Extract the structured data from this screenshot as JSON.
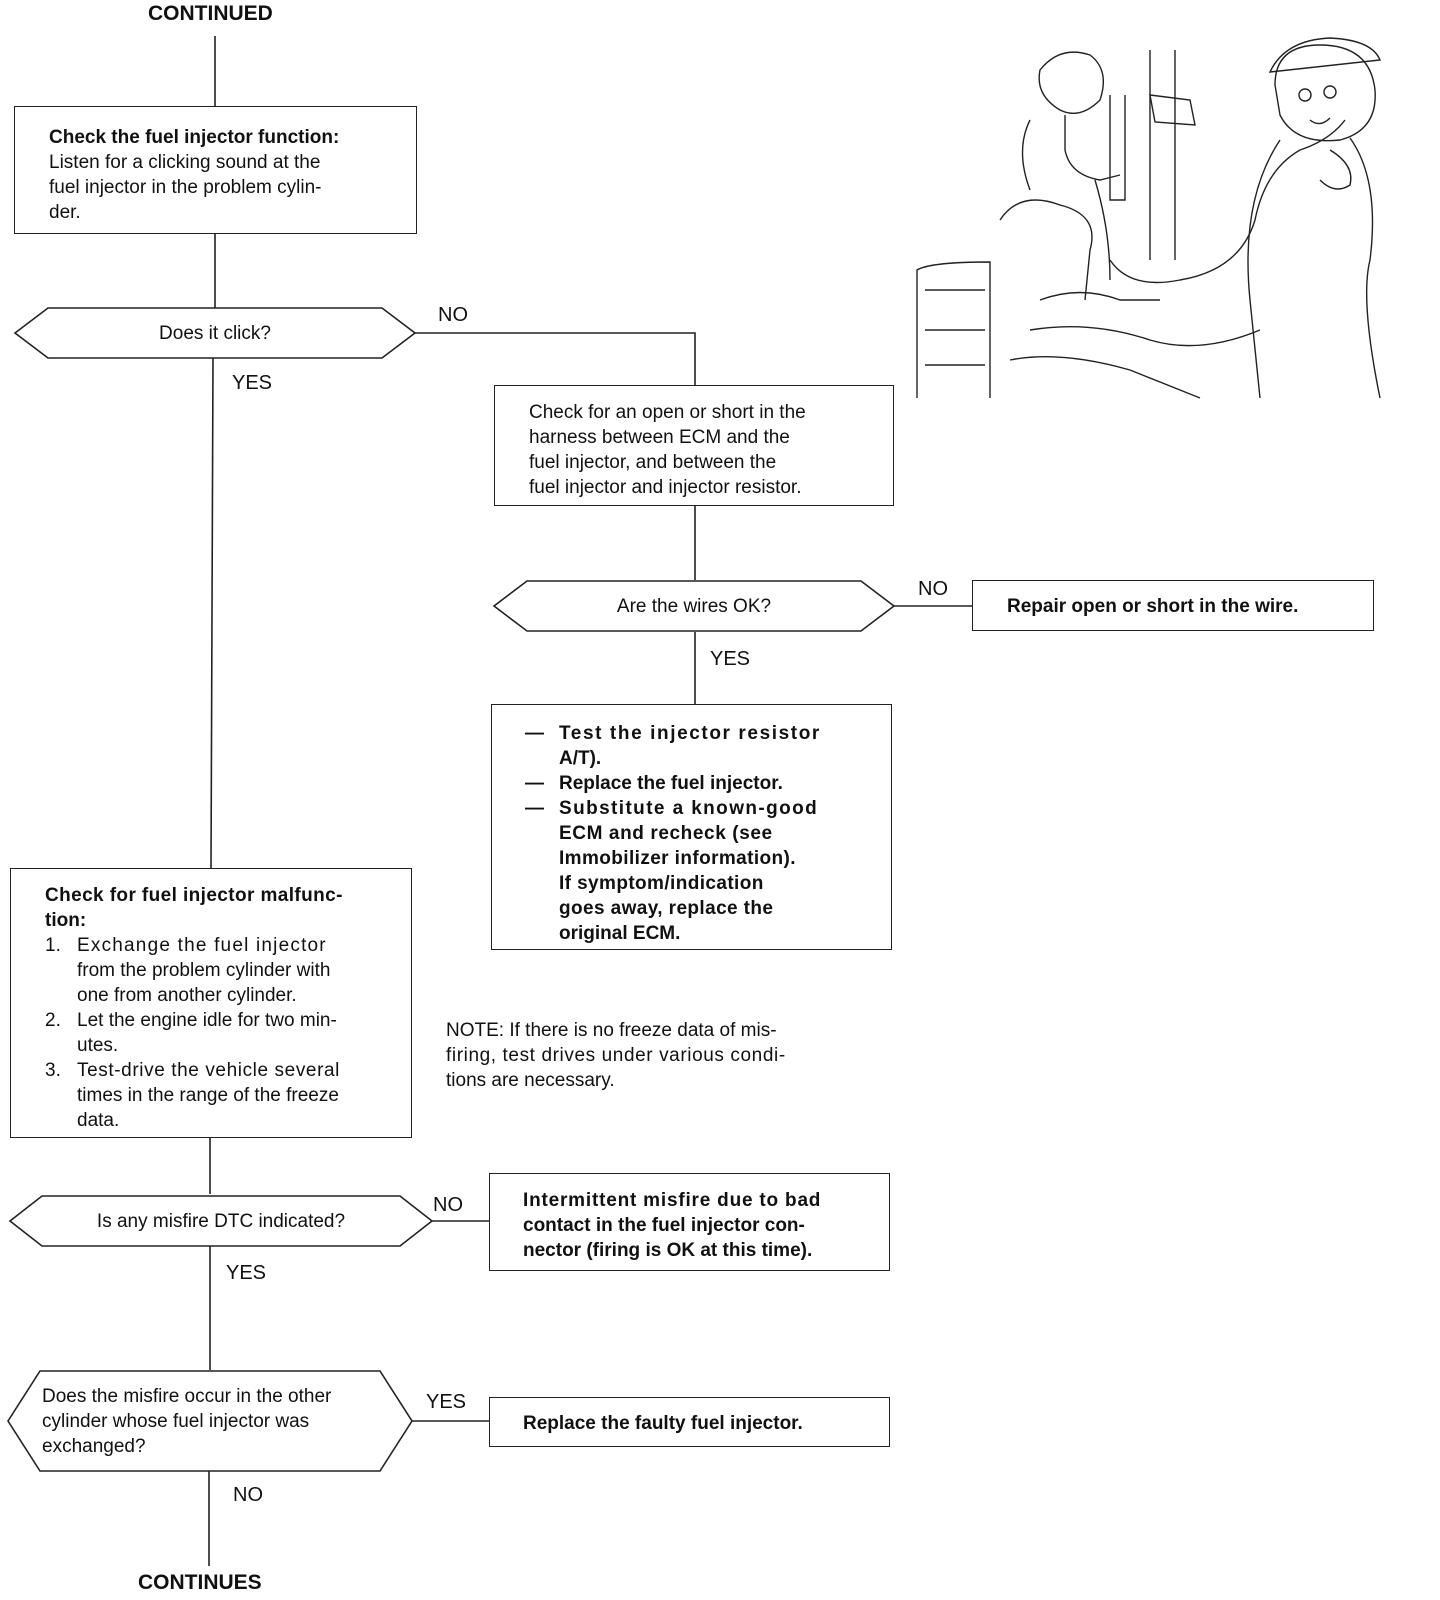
{
  "header": {
    "continued": "CONTINUED"
  },
  "footer": {
    "continues": "CONTINUES"
  },
  "step_check_injector": {
    "title": "Check the fuel injector function:",
    "lines": [
      "Listen for a clicking sound at the",
      "fuel injector in the problem cylin-",
      "der."
    ]
  },
  "decision_click": {
    "question": "Does it click?",
    "no": "NO",
    "yes": "YES"
  },
  "step_check_open": {
    "lines": [
      "Check for an open or short in the",
      "harness between ECM and the",
      "fuel injector, and between the",
      "fuel injector and injector resistor."
    ]
  },
  "decision_wires": {
    "question": "Are the wires OK?",
    "no": "NO",
    "yes": "YES"
  },
  "action_repair": {
    "text": "Repair open or short in the wire."
  },
  "action_test": {
    "items": [
      {
        "dash": "—",
        "lines": [
          "Test the injector resistor",
          "A/T)."
        ]
      },
      {
        "dash": "—",
        "lines": [
          "Replace the fuel injector."
        ]
      },
      {
        "dash": "—",
        "lines": [
          "Substitute a known-good",
          "ECM and recheck (see",
          "Immobilizer information).",
          "If symptom/indication",
          "goes away, replace the",
          "original ECM."
        ]
      }
    ]
  },
  "step_malfunction": {
    "title": [
      "Check for fuel injector malfunc-",
      "tion:"
    ],
    "items": [
      {
        "num": "1.",
        "lines": [
          "Exchange the fuel injector",
          "from the problem cylinder with",
          "one from another cylinder."
        ]
      },
      {
        "num": "2.",
        "lines": [
          "Let the engine idle for two min-",
          "utes."
        ]
      },
      {
        "num": "3.",
        "lines": [
          "Test-drive the vehicle several",
          "times in the range of the freeze",
          "data."
        ]
      }
    ]
  },
  "note": {
    "lines": [
      "NOTE: If there is no freeze data of mis-",
      "firing, test drives under various condi-",
      "tions are necessary."
    ]
  },
  "decision_dtc": {
    "question": "Is any misfire DTC indicated?",
    "no": "NO",
    "yes": "YES"
  },
  "action_intermittent": {
    "lines": [
      "Intermittent misfire due to bad",
      "contact in the fuel injector con-",
      "nector (firing is OK at this time)."
    ]
  },
  "decision_other": {
    "lines": [
      "Does the misfire occur in the other",
      "cylinder whose fuel injector was",
      "exchanged?"
    ],
    "yes": "YES",
    "no": "NO"
  },
  "action_replace": {
    "text": "Replace the faulty fuel injector."
  }
}
